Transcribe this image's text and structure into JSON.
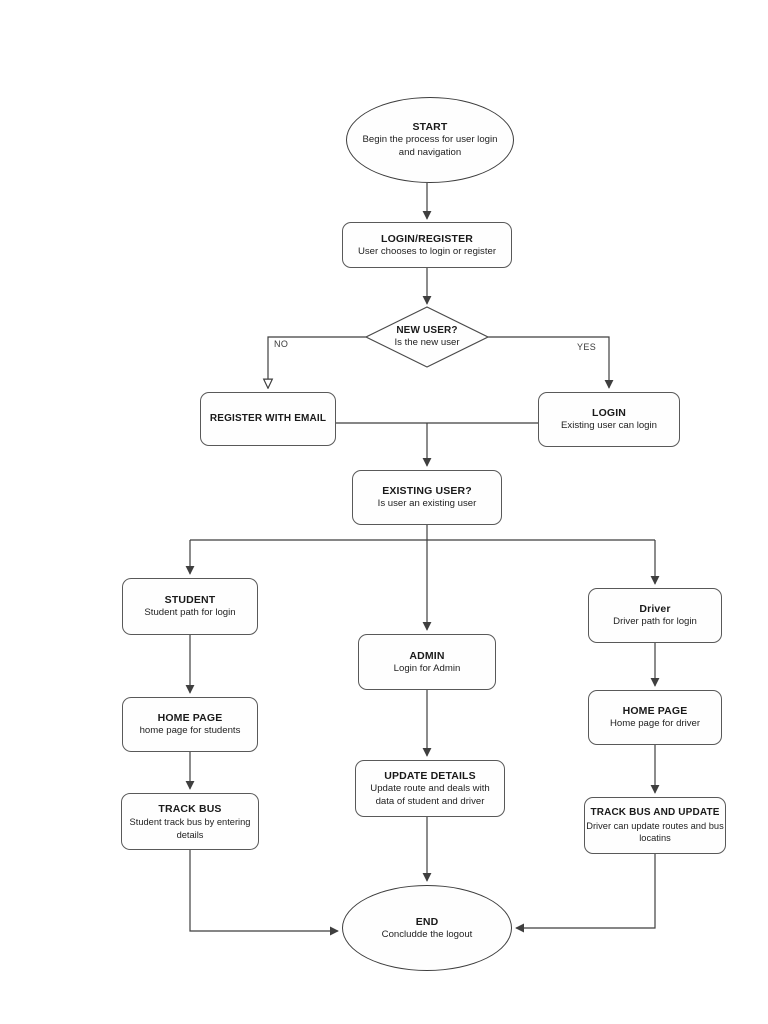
{
  "diagram": {
    "nodes": {
      "start": {
        "title": "START",
        "subtitle": "Begin the process for user login and navigation"
      },
      "login_register": {
        "title": "LOGIN/REGISTER",
        "subtitle": "User chooses to login or register"
      },
      "new_user": {
        "title": "NEW USER?",
        "subtitle": "Is the new user"
      },
      "register_with_email": {
        "title": "REGISTER WITH EMAIL",
        "subtitle": ""
      },
      "login": {
        "title": "LOGIN",
        "subtitle": "Existing user can login"
      },
      "existing_user": {
        "title": "EXISTING USER?",
        "subtitle": "Is user an existing user"
      },
      "student": {
        "title": "STUDENT",
        "subtitle": "Student path for login"
      },
      "admin": {
        "title": "ADMIN",
        "subtitle": "Login for Admin"
      },
      "driver": {
        "title": "Driver",
        "subtitle": "Driver path for login"
      },
      "home_page_student": {
        "title": "HOME PAGE",
        "subtitle": "home page for students"
      },
      "home_page_driver": {
        "title": "HOME PAGE",
        "subtitle": "Home page for driver"
      },
      "update_details": {
        "title": "UPDATE DETAILS",
        "subtitle": "Update route and deals with data of student and driver"
      },
      "track_bus": {
        "title": "TRACK BUS",
        "subtitle": "Student track bus by entering details"
      },
      "track_bus_and_update": {
        "title": "TRACK BUS AND UPDATE",
        "subtitle": "Driver can update routes and bus locatins"
      },
      "end": {
        "title": "END",
        "subtitle": "Concludde the logout"
      }
    },
    "edge_labels": {
      "no": "NO",
      "yes": "YES"
    },
    "colors": {
      "background": "#ffffff",
      "node_border": "#595959",
      "ellipse_border": "#3d3d3d",
      "connector": "#3f3f3f",
      "text": "#1a1a1a"
    }
  }
}
